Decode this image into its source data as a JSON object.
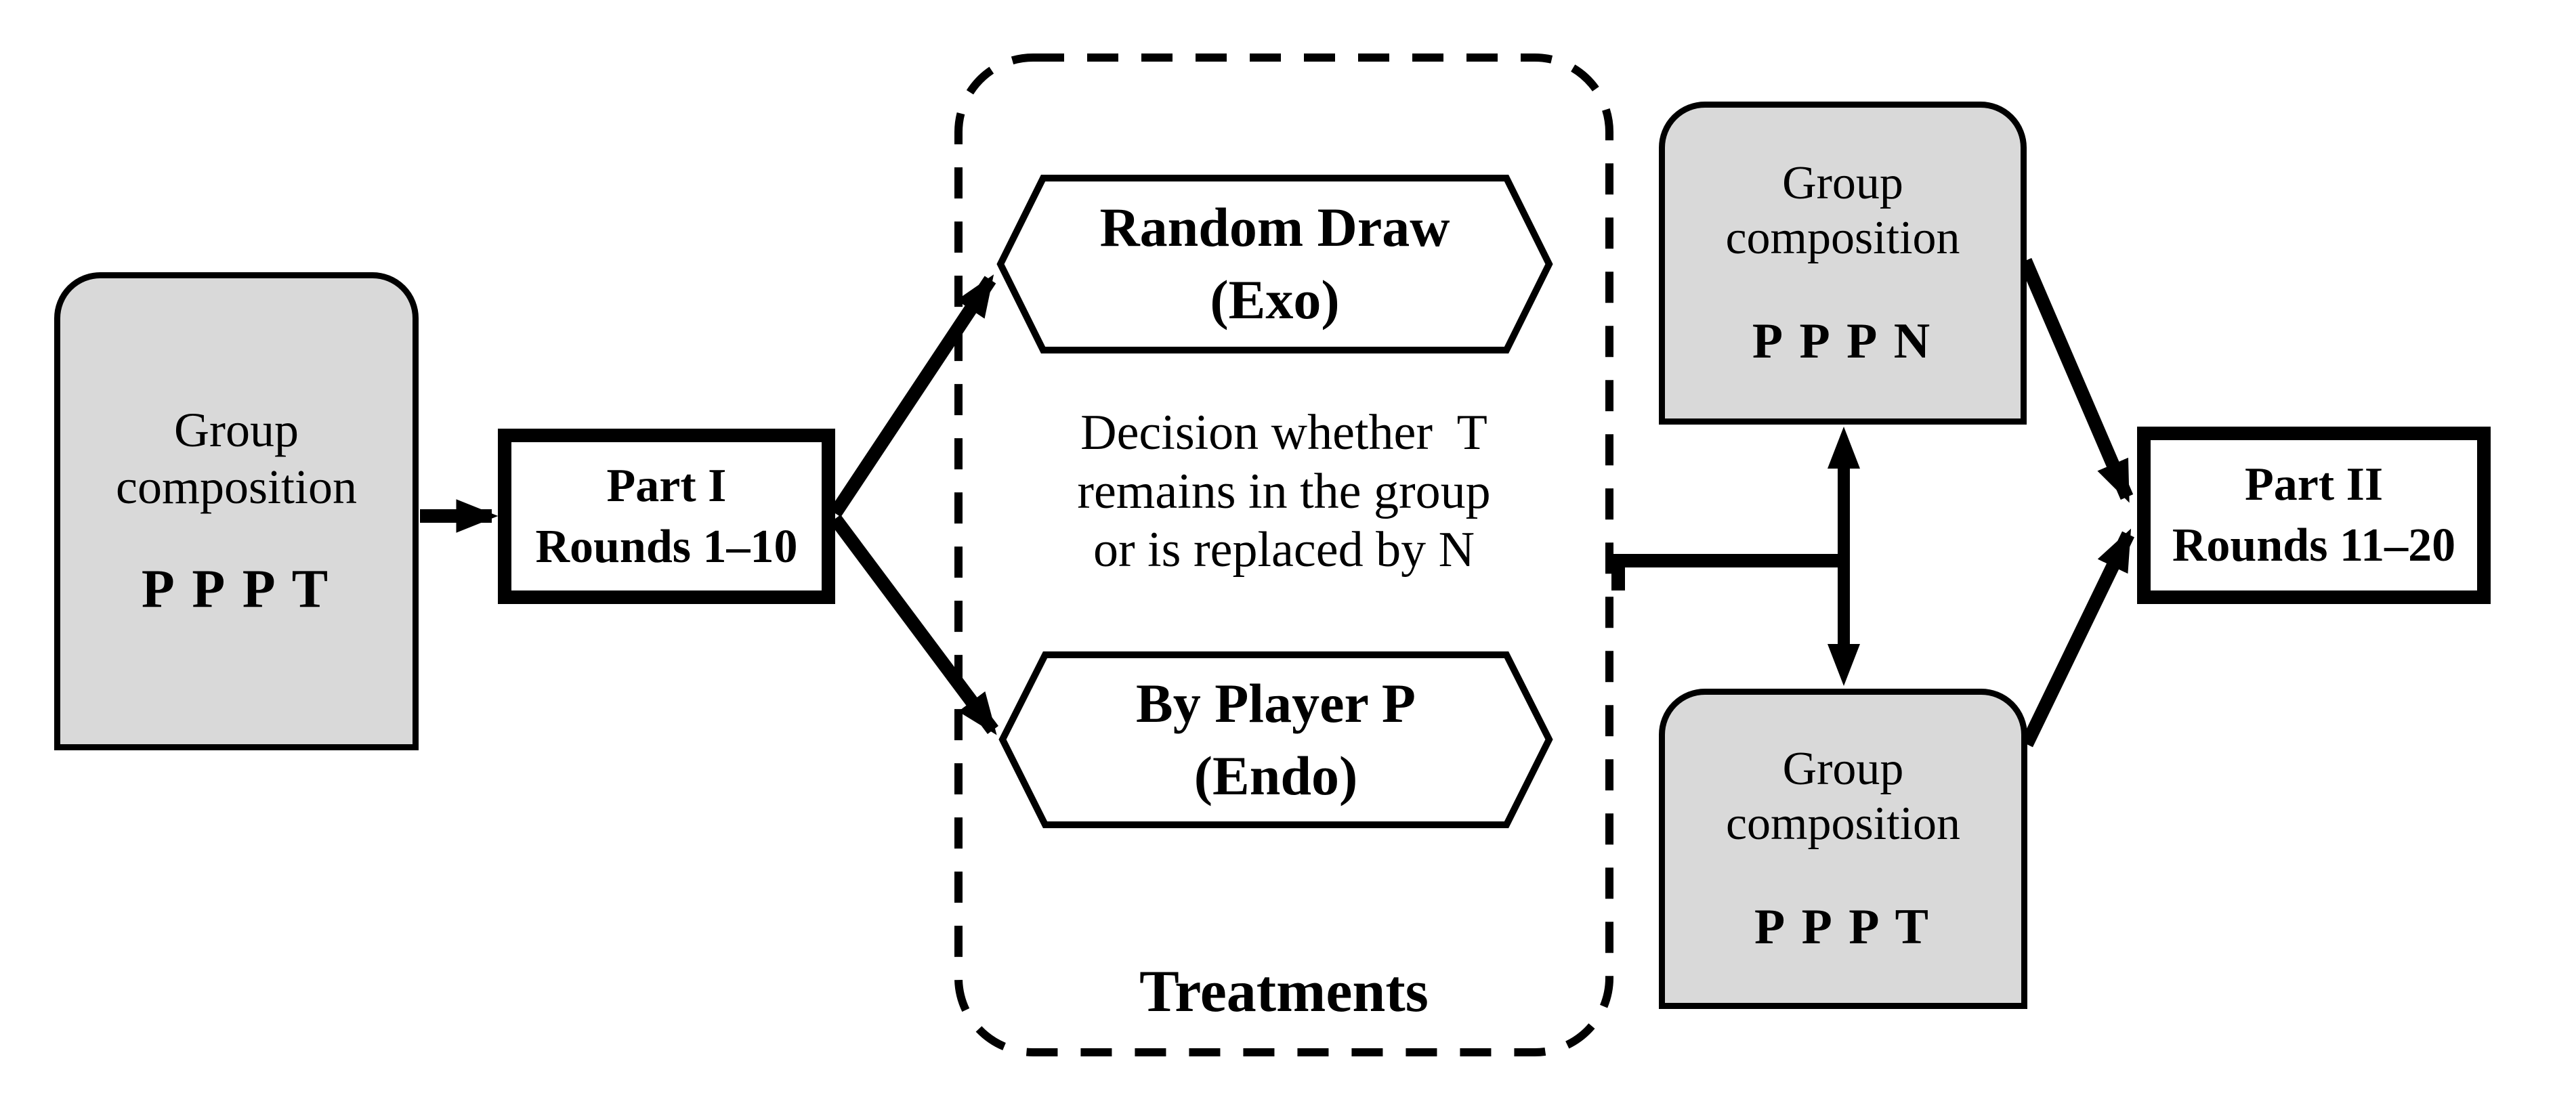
{
  "figure": {
    "left_box": {
      "line1": "Group",
      "line2": "composition",
      "letters": "P P P T"
    },
    "part1_box": {
      "line1": "Part I",
      "line2": "Rounds 1–10"
    },
    "treatments_group": {
      "random_draw_hexagon": {
        "line1": "Random Draw",
        "line2": "(Exo)"
      },
      "by_player_hexagon": {
        "line1": "By Player P",
        "line2": "(Endo)"
      },
      "decision_text": "Decision whether  T\nremains in the group\nor is replaced by N",
      "label": "Treatments"
    },
    "top_right_box": {
      "line1": "Group",
      "line2": "composition",
      "letters": "P P P N"
    },
    "bottom_right_box": {
      "line1": "Group",
      "line2": "composition",
      "letters": "P P P T"
    },
    "part2_box": {
      "line1": "Part II",
      "line2": "Rounds 11–20"
    },
    "colors": {
      "box_fill": "#d9d9d9",
      "stroke": "#000000",
      "background": "#ffffff"
    }
  }
}
